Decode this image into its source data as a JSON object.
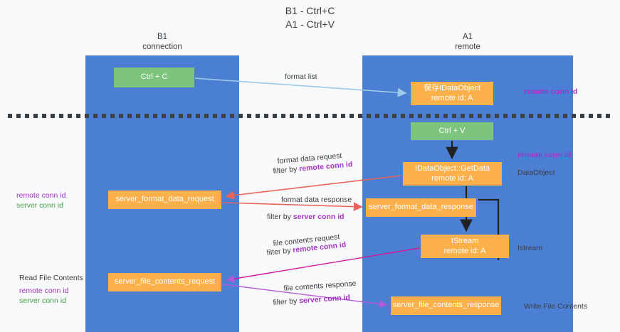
{
  "title": {
    "line1": "B1 - Ctrl+C",
    "line2": "A1 - Ctrl+V"
  },
  "lanes": [
    {
      "id": "b1",
      "title": "B1",
      "subtitle": "connection",
      "color": "#4a7fd4"
    },
    {
      "id": "a1",
      "title": "A1",
      "subtitle": "remote",
      "color": "#4a7fd4"
    }
  ],
  "colors": {
    "lane": "#4a7fd4",
    "node_green": "#7dc47f",
    "node_orange": "#fbb04a",
    "accent_purple": "#a633c6",
    "accent_green": "#45a04a",
    "text_dark": "#3c4043",
    "arrow_blue": "#9ecbe8",
    "arrow_red": "#e8635a",
    "arrow_black": "#222222",
    "arrow_magenta": "#d6189b",
    "arrow_violet": "#b45ad6",
    "divider": "#3c4043",
    "background": "#f8f9fa"
  },
  "nodes": [
    {
      "id": "ctrl-c",
      "line1": "Ctrl + C",
      "line2": "",
      "style": "green"
    },
    {
      "id": "save-idataobject",
      "line1": "保存IDataObject",
      "line2": "remote id: A",
      "style": "orange"
    },
    {
      "id": "ctrl-v",
      "line1": "Ctrl + V",
      "line2": "",
      "style": "green"
    },
    {
      "id": "getdata",
      "line1": "IDataObject::GetData",
      "line2": "remote id: A",
      "style": "orange"
    },
    {
      "id": "server-format-data-request",
      "line1": "server_format_data_request",
      "line2": "",
      "style": "orange"
    },
    {
      "id": "server-format-data-response",
      "line1": "server_format_data_response",
      "line2": "",
      "style": "orange"
    },
    {
      "id": "istream",
      "line1": "IStream",
      "line2": "remote id: A",
      "style": "orange"
    },
    {
      "id": "server-file-contents-request",
      "line1": "server_file_contents_request",
      "line2": "",
      "style": "orange"
    },
    {
      "id": "server-file-contents-response",
      "line1": "server_file_contents_response",
      "line2": "",
      "style": "orange"
    }
  ],
  "annotations": {
    "remote_conn_id_top": "remote conn id",
    "remote_conn_id_mid": "remote conn id",
    "dataobject": "DataObject",
    "istream": "Istream",
    "write_file_contents": "Write File Contents",
    "read_file_contents": "Read File Contents",
    "left_remote_conn_id_1": "remote conn id",
    "left_server_conn_id_1": "server conn id",
    "left_remote_conn_id_2": "remote conn id",
    "left_server_conn_id_2": "server conn id"
  },
  "edge_labels": {
    "format_list": "format list",
    "format_data_request": "format data request",
    "format_data_request_filter_prefix": "filter by ",
    "format_data_request_filter_key": "remote conn id",
    "format_data_response": "format data response",
    "format_data_response_filter_prefix": "filter by ",
    "format_data_response_filter_key": "server conn id",
    "file_contents_request": "file contents request",
    "file_contents_request_filter_prefix": "filter by ",
    "file_contents_request_filter_key": "remote conn id",
    "file_contents_response": "file contents response",
    "file_contents_response_filter_prefix": "filter by ",
    "file_contents_response_filter_key": "server conn id"
  }
}
